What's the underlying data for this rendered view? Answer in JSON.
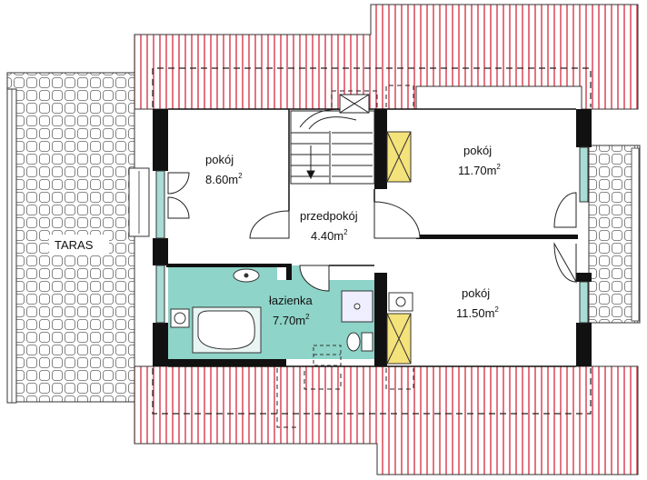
{
  "rooms": {
    "pokoj_left": {
      "name": "pokój",
      "area": "8.60m",
      "unit_sup": "2"
    },
    "pokoj_top_right": {
      "name": "pokój",
      "area": "11.70m",
      "unit_sup": "2"
    },
    "pokoj_bottom_right": {
      "name": "pokój",
      "area": "11.50m",
      "unit_sup": "2"
    },
    "przedpokoj": {
      "name": "przedpokój",
      "area": "4.40m",
      "unit_sup": "2"
    },
    "lazienka": {
      "name": "łazienka",
      "area": "7.70m",
      "unit_sup": "2"
    },
    "taras": {
      "name": "TARAS"
    }
  },
  "colors": {
    "roof_stripe": "#d9384a",
    "bathroom_fill": "#8ed4c8",
    "window_fill": "#a8dcd4",
    "skylight_fill": "#f4e27a",
    "wall": "#111111",
    "terrace_grid": "#666666"
  }
}
